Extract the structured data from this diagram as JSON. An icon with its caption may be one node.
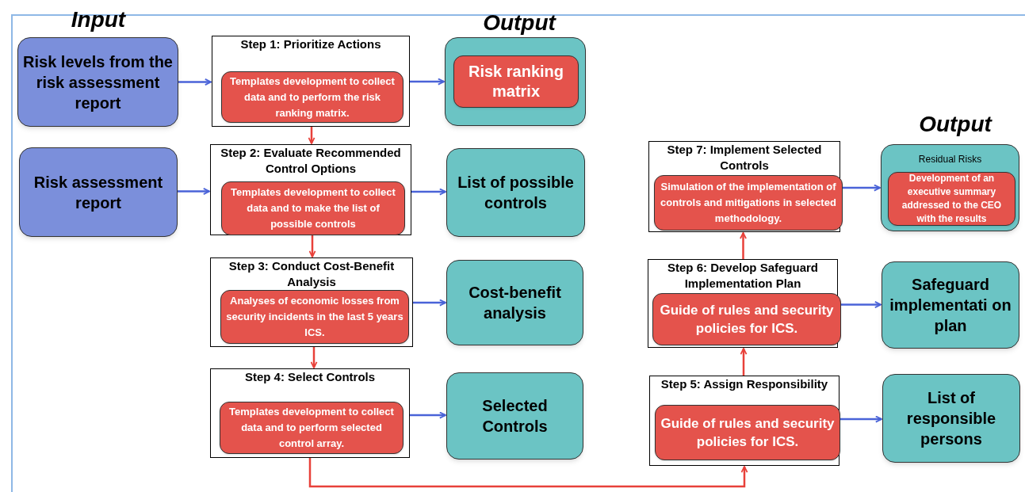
{
  "diagram": {
    "nodes": [
      {
        "text": [
          "Risk levels from the risk assessment report"
        ]
      },
      {
        "text": [
          "Step 1: Prioritize Actions"
        ]
      },
      {
        "text": [
          "Templates development to collect data and to perform the risk ranking matrix."
        ],
        "in": 1
      },
      {
        "text": [],
        "shape": "box"
      },
      {
        "text": [
          "Risk ranking matrix"
        ],
        "in": 3
      },
      {
        "text": [
          "Risk assessment report"
        ]
      },
      {
        "text": [
          "Step 2: Evaluate Recommended Control Options"
        ]
      },
      {
        "text": [
          "Templates development to collect data and to make the list of possible controls"
        ],
        "in": 6
      },
      {
        "text": [
          "List of possible controls"
        ]
      },
      {
        "text": [
          "Step 3: Conduct Cost-Benefit Analysis"
        ]
      },
      {
        "text": [
          "Analyses of economic losses from security incidents in the last 5 years ICS."
        ],
        "in": 9
      },
      {
        "text": [
          "Cost-benefit analysis"
        ]
      },
      {
        "text": [
          "Step 4: Select Controls"
        ]
      },
      {
        "text": [
          "Templates development to collect data and to perform selected control array."
        ],
        "in": 12
      },
      {
        "text": [
          "Selected Controls"
        ]
      },
      {
        "text": [
          "Step 7: Implement Selected Controls"
        ]
      },
      {
        "text": [
          "Simulation of the implementation of controls and mitigations in selected methodology."
        ],
        "in": 15
      },
      {
        "text": [
          "Residual Risks"
        ]
      },
      {
        "text": [
          "Development of an executive summary addressed to the CEO with the results"
        ],
        "in": 17
      },
      {
        "text": [
          "Step 6: Develop Safeguard Implementation Plan"
        ]
      },
      {
        "text": [
          "Guide of rules and security policies for ICS."
        ],
        "in": 19
      },
      {
        "text": [
          "Safeguard implementati on plan"
        ]
      },
      {
        "text": [
          "Step 5: Assign Responsibility"
        ]
      },
      {
        "text": [
          "Guide of rules and security policies for ICS."
        ],
        "in": 22
      },
      {
        "text": [
          "List of responsible persons"
        ]
      }
    ],
    "edges": [
      {
        "from": 0,
        "to": 1,
        "arrow": "to"
      },
      {
        "from": 1,
        "to": 3,
        "arrow": "to"
      },
      {
        "from": 2,
        "to": 6,
        "arrow": "to",
        "color": "#e8413a"
      },
      {
        "from": 5,
        "to": 6,
        "arrow": "to"
      },
      {
        "from": 6,
        "to": 8,
        "arrow": "to"
      },
      {
        "from": 7,
        "to": 9,
        "arrow": "to",
        "color": "#e8413a"
      },
      {
        "from": 9,
        "to": 11,
        "arrow": "to"
      },
      {
        "from": 10,
        "to": 12,
        "arrow": "to",
        "color": "#e8413a"
      },
      {
        "from": 12,
        "to": 14,
        "arrow": "to"
      },
      {
        "from": 12,
        "to": 22,
        "arrow": "to",
        "color": "#e8413a"
      },
      {
        "from": 22,
        "to": 19,
        "arrow": "to",
        "color": "#e8413a"
      },
      {
        "from": 19,
        "to": 15,
        "arrow": "to",
        "color": "#e8413a"
      },
      {
        "from": 15,
        "to": 17,
        "arrow": "to"
      },
      {
        "from": 19,
        "to": 21,
        "arrow": "to"
      },
      {
        "from": 22,
        "to": 24,
        "arrow": "to"
      }
    ],
    "labels": [
      "Input",
      "Output",
      "Output"
    ]
  }
}
